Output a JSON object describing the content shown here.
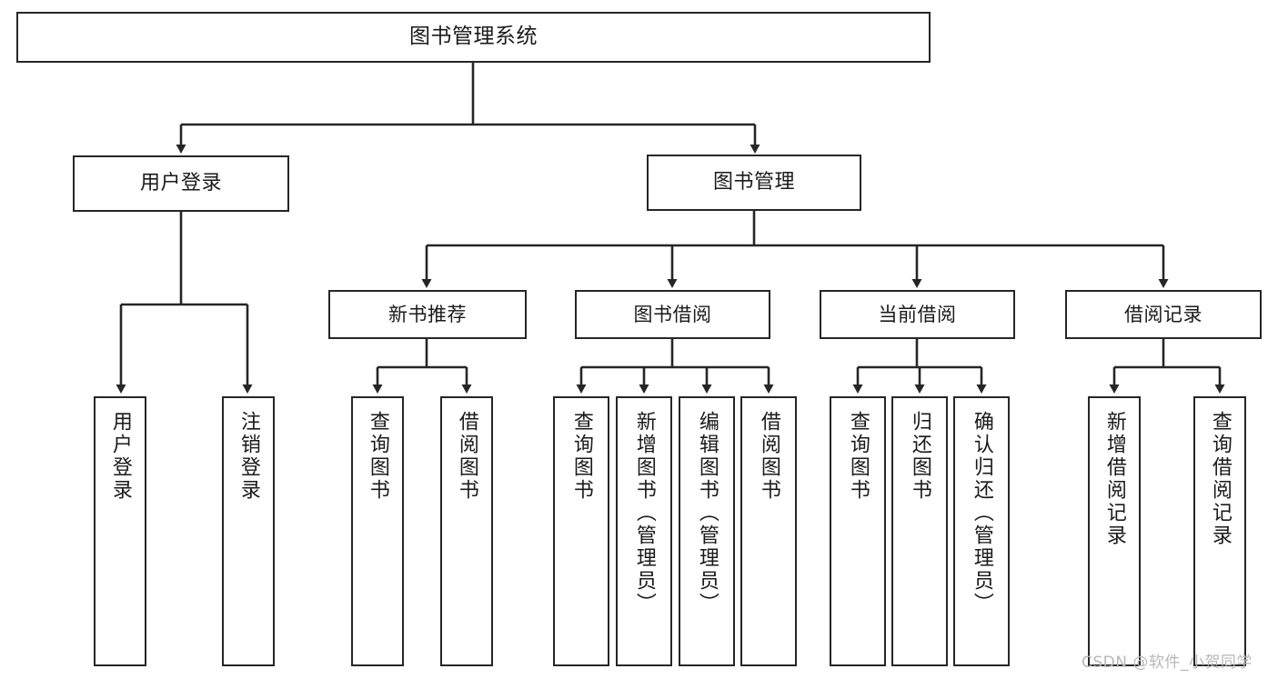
{
  "diagram": {
    "title": "图书管理系统",
    "type": "tree-hierarchy",
    "root": {
      "label": "图书管理系统"
    },
    "level2": [
      {
        "label": "用户登录"
      },
      {
        "label": "图书管理"
      }
    ],
    "level3": [
      {
        "label": "新书推荐"
      },
      {
        "label": "图书借阅"
      },
      {
        "label": "当前借阅"
      },
      {
        "label": "借阅记录"
      }
    ],
    "leaves": [
      {
        "label": "用户登录"
      },
      {
        "label": "注销登录"
      },
      {
        "label": "查询图书"
      },
      {
        "label": "借阅图书"
      },
      {
        "label": "查询图书"
      },
      {
        "label": "新增图书（管理员）"
      },
      {
        "label": "编辑图书（管理员）"
      },
      {
        "label": "借阅图书"
      },
      {
        "label": "查询图书"
      },
      {
        "label": "归还图书"
      },
      {
        "label": "确认归还（管理员）"
      },
      {
        "label": "新增借阅记录"
      },
      {
        "label": "查询借阅记录"
      }
    ]
  },
  "watermark": {
    "text": "CSDN @软件_小贺同学"
  },
  "colors": {
    "stroke": "#262626",
    "fill": "#ffffff",
    "text": "#1a1a1a",
    "watermark": "#b8b8b8"
  }
}
